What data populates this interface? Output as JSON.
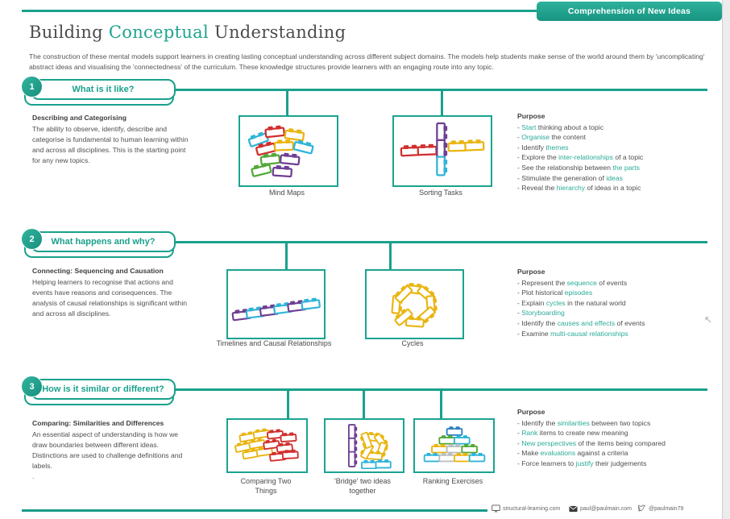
{
  "banner": {
    "label": "Comprehension of New Ideas"
  },
  "header": {
    "title_pre": "Building ",
    "title_highlight": "Conceptual",
    "title_post": " Understanding",
    "intro": "The construction of these mental models support learners in creating lasting conceptual understanding across different subject domains. The models help students make sense of the world around them by 'uncomplicating' abstract ideas and visualising the 'connectedness' of the curriculum. These knowledge structures provide learners with an engaging route into any topic."
  },
  "colors": {
    "accent_teal": "#1aa18c",
    "highlight_teal": "#2aab97",
    "text_dark": "#4a4a4a"
  },
  "sections": [
    {
      "number": "1",
      "question": "What is it like?",
      "heading": "Describing and Categorising",
      "body": "The ability to observe, identify, describe and categorise is fundamental to human learning within and across all disciplines. This is the starting point for any new topics.",
      "purpose_title": "Purpose",
      "purpose": [
        [
          {
            "t": "- "
          },
          {
            "t": "Start",
            "hl": true
          },
          {
            "t": " thinking about a topic"
          }
        ],
        [
          {
            "t": "- "
          },
          {
            "t": "Organise",
            "hl": true
          },
          {
            "t": " the content"
          }
        ],
        [
          {
            "t": "- Identify "
          },
          {
            "t": "themes",
            "hl": true
          }
        ],
        [
          {
            "t": "- Explore the "
          },
          {
            "t": "inter-relationships",
            "hl": true
          },
          {
            "t": " of a topic"
          }
        ],
        [
          {
            "t": "- See the relationship between "
          },
          {
            "t": "the parts",
            "hl": true
          }
        ],
        [
          {
            "t": "- Stimulate the generation of "
          },
          {
            "t": "ideas",
            "hl": true
          }
        ],
        [
          {
            "t": "- Reveal the "
          },
          {
            "t": "hierarchy",
            "hl": true
          },
          {
            "t": " of ideas in a topic"
          }
        ]
      ],
      "models": [
        {
          "caption": "Mind Maps",
          "icon": "mind-maps-bricks-icon"
        },
        {
          "caption": "Sorting Tasks",
          "icon": "sorting-tasks-bricks-icon"
        }
      ]
    },
    {
      "number": "2",
      "question": "What happens and why?",
      "heading": "Connecting: Sequencing and Causation",
      "body": "Helping learners to recognise that actions and events have reasons and consequences. The analysis of causal relationships is significant within and across all disciplines.",
      "purpose_title": "Purpose",
      "purpose": [
        [
          {
            "t": "- Represent the "
          },
          {
            "t": "sequence",
            "hl": true
          },
          {
            "t": " of events"
          }
        ],
        [
          {
            "t": "- Plot historical "
          },
          {
            "t": "episodes",
            "hl": true
          }
        ],
        [
          {
            "t": "- Explain "
          },
          {
            "t": "cycles",
            "hl": true
          },
          {
            "t": " in the natural world"
          }
        ],
        [
          {
            "t": "- "
          },
          {
            "t": "Storyboarding",
            "hl": true
          }
        ],
        [
          {
            "t": "- Identify the "
          },
          {
            "t": "causes and effects",
            "hl": true
          },
          {
            "t": " of events"
          }
        ],
        [
          {
            "t": "- Examine "
          },
          {
            "t": "multi-causal relationships",
            "hl": true
          }
        ]
      ],
      "models": [
        {
          "caption": "Timelines and Causal Relationships",
          "icon": "timeline-bricks-icon"
        },
        {
          "caption": "Cycles",
          "icon": "cycle-bricks-icon"
        }
      ]
    },
    {
      "number": "3",
      "question": "How is it similar or different?",
      "heading": "Comparing: Similarities and Differences",
      "body": "An essential aspect of understanding is how we draw boundaries between different ideas. Distinctions are used to challenge definitions and labels.",
      "note": ".",
      "purpose_title": "Purpose",
      "purpose": [
        [
          {
            "t": "- Identify the "
          },
          {
            "t": "similarities",
            "hl": true
          },
          {
            "t": " between two topics"
          }
        ],
        [
          {
            "t": "- "
          },
          {
            "t": "Rank",
            "hl": true
          },
          {
            "t": " items to create new meaning"
          }
        ],
        [
          {
            "t": "- "
          },
          {
            "t": "New perspectives",
            "hl": true
          },
          {
            "t": " of the items being compared"
          }
        ],
        [
          {
            "t": "- Make "
          },
          {
            "t": "evaluations",
            "hl": true
          },
          {
            "t": " against a criteria"
          }
        ],
        [
          {
            "t": "- Force learners to "
          },
          {
            "t": "justify",
            "hl": true
          },
          {
            "t": " their judgements"
          }
        ]
      ],
      "models": [
        {
          "caption": "Comparing Two Things",
          "icon": "comparing-bricks-icon"
        },
        {
          "caption": "'Bridge' two ideas together",
          "icon": "bridge-bricks-icon"
        },
        {
          "caption": "Ranking Exercises",
          "icon": "ranking-bricks-icon"
        }
      ]
    }
  ],
  "footer": {
    "website": "structural-learning.com",
    "email": "paul@paulmain.com",
    "twitter": "@paulmain79"
  }
}
